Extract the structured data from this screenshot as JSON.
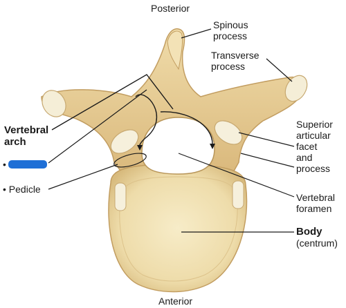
{
  "labels": {
    "posterior": "Posterior",
    "anterior": "Anterior",
    "spinous": [
      "Spinous",
      "process"
    ],
    "transverse": [
      "Transverse",
      "process"
    ],
    "vertebral_arch": [
      "Vertebral",
      "arch"
    ],
    "pedicle": "Pedicle",
    "superior_articular": [
      "Superior",
      "articular",
      "facet",
      "and",
      "process"
    ],
    "vertebral_foramen": [
      "Vertebral",
      "foramen"
    ],
    "body": "Body",
    "centrum": "(centrum)"
  },
  "colors": {
    "bone": "#e8cf9a",
    "bone_shadow": "#c9a86a",
    "body_surface": "#f2e4b8",
    "facet": "#f6f0dc",
    "leader": "#1a1a1a",
    "redaction": "#1e6fd6"
  }
}
